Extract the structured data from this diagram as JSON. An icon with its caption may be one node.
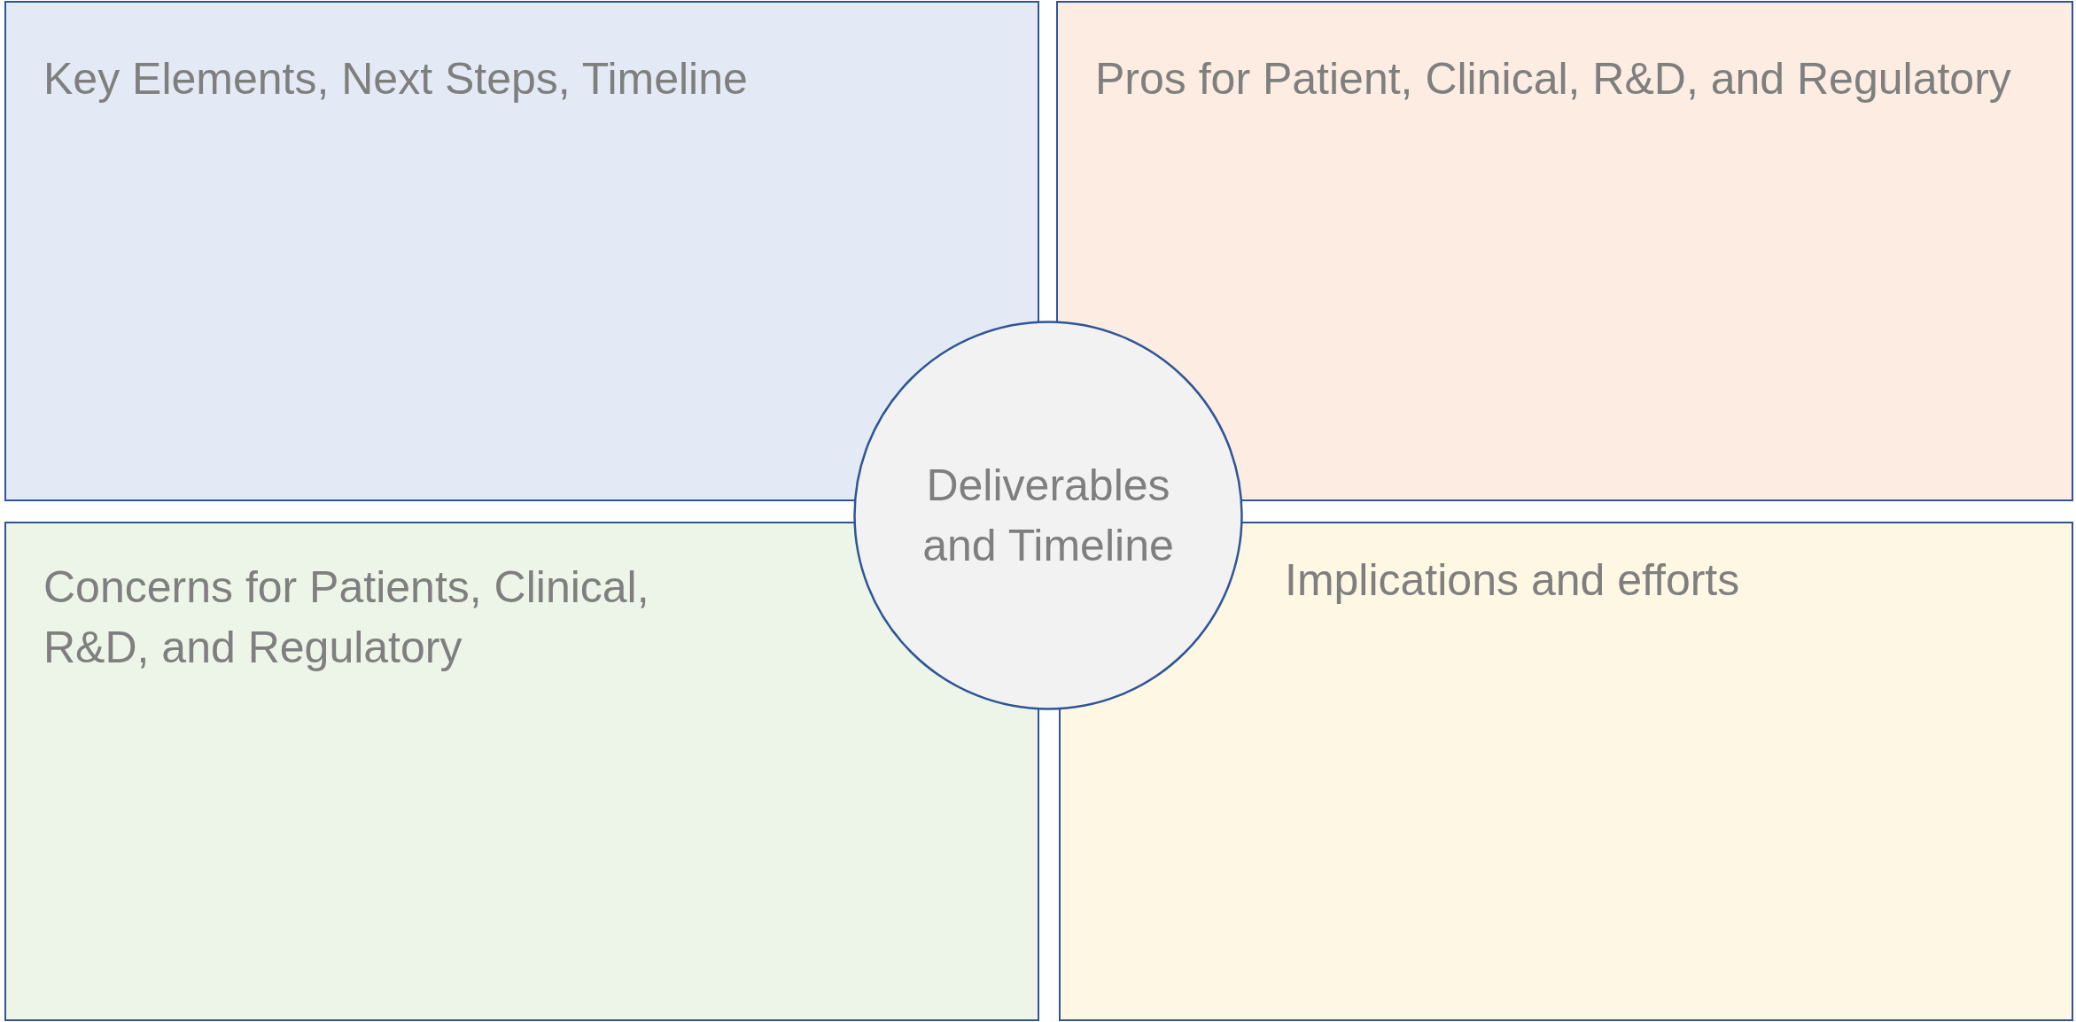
{
  "diagram": {
    "nodes": [
      {
        "text": [
          "Key Elements, Next Steps, Timeline"
        ]
      },
      {
        "text": [
          "Pros for Patient, Clinical, R&D, and Regulatory"
        ]
      },
      {
        "text": [
          "Deliverables and Timeline"
        ]
      },
      {
        "text": [
          "Concerns for Patients, Clinical, R&D, and Regulatory"
        ]
      },
      {
        "text": [
          "Implications and efforts"
        ]
      }
    ]
  }
}
